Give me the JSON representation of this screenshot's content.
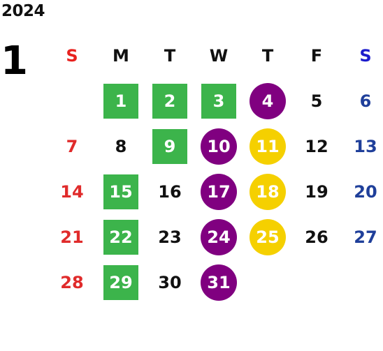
{
  "year": "2024",
  "month": "1",
  "weekdays": [
    {
      "label": "S",
      "color": "#e8221f"
    },
    {
      "label": "M",
      "color": "#111111"
    },
    {
      "label": "T",
      "color": "#111111"
    },
    {
      "label": "W",
      "color": "#111111"
    },
    {
      "label": "T",
      "color": "#111111"
    },
    {
      "label": "F",
      "color": "#111111"
    },
    {
      "label": "S",
      "color": "#1c1ccc"
    }
  ],
  "colors": {
    "sunday": "#e02b2b",
    "saturday": "#1f3f9a",
    "weekday": "#111111",
    "green_square": "#3cb44b",
    "purple_circle": "#800080",
    "yellow_circle": "#f5d000"
  },
  "weeks": [
    [
      null,
      {
        "d": "1",
        "mark": "square"
      },
      {
        "d": "2",
        "mark": "square"
      },
      {
        "d": "3",
        "mark": "square"
      },
      {
        "d": "4",
        "mark": "purple"
      },
      {
        "d": "5"
      },
      {
        "d": "6"
      }
    ],
    [
      {
        "d": "7"
      },
      {
        "d": "8"
      },
      {
        "d": "9",
        "mark": "square"
      },
      {
        "d": "10",
        "mark": "purple"
      },
      {
        "d": "11",
        "mark": "yellow"
      },
      {
        "d": "12"
      },
      {
        "d": "13"
      }
    ],
    [
      {
        "d": "14"
      },
      {
        "d": "15",
        "mark": "square"
      },
      {
        "d": "16"
      },
      {
        "d": "17",
        "mark": "purple"
      },
      {
        "d": "18",
        "mark": "yellow"
      },
      {
        "d": "19"
      },
      {
        "d": "20"
      }
    ],
    [
      {
        "d": "21"
      },
      {
        "d": "22",
        "mark": "square"
      },
      {
        "d": "23"
      },
      {
        "d": "24",
        "mark": "purple"
      },
      {
        "d": "25",
        "mark": "yellow"
      },
      {
        "d": "26"
      },
      {
        "d": "27"
      }
    ],
    [
      {
        "d": "28"
      },
      {
        "d": "29",
        "mark": "square"
      },
      {
        "d": "30"
      },
      {
        "d": "31",
        "mark": "purple"
      },
      null,
      null,
      null
    ]
  ]
}
